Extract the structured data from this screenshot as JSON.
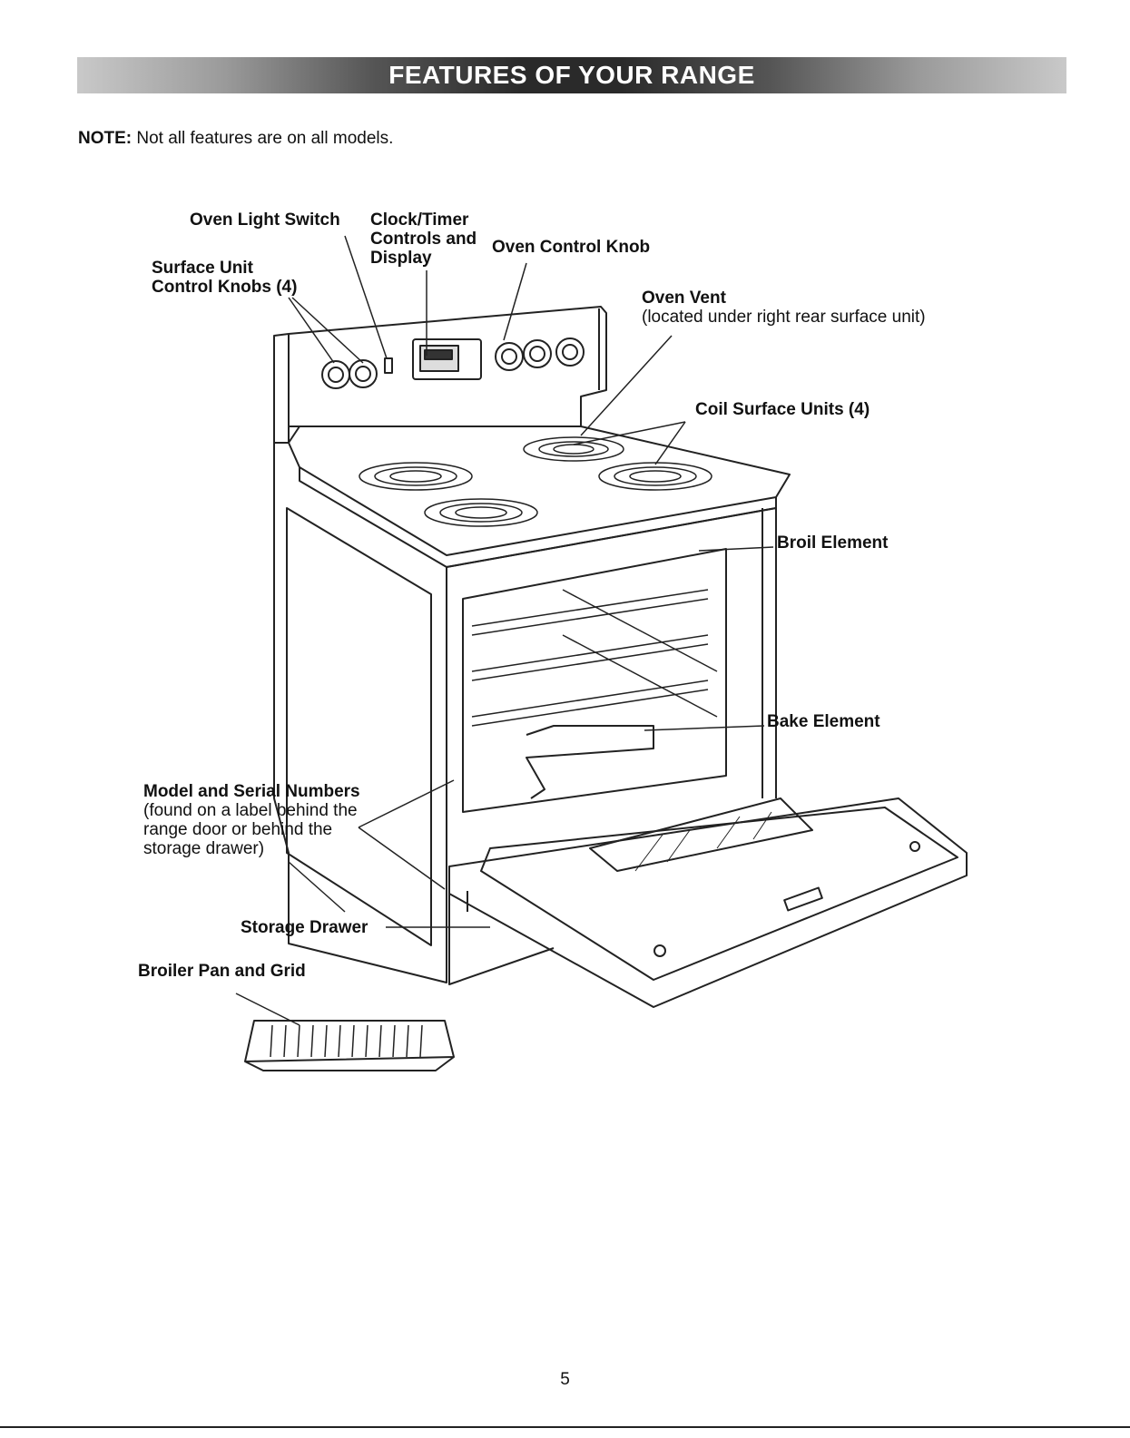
{
  "header": {
    "title": "FEATURES OF YOUR RANGE"
  },
  "note": {
    "label": "NOTE:",
    "text": "Not all features are on all models."
  },
  "labels": {
    "oven_light_switch": "Oven Light Switch",
    "clock_timer": {
      "l1": "Clock/Timer",
      "l2": "Controls and",
      "l3": "Display"
    },
    "oven_control_knob": "Oven Control Knob",
    "surface_unit": {
      "l1": "Surface Unit",
      "l2": "Control Knobs (4)"
    },
    "oven_vent": {
      "title": "Oven Vent",
      "sub": "(located under right rear surface unit)"
    },
    "coil_surface_units": "Coil Surface Units (4)",
    "broil_element": "Broil Element",
    "bake_element": "Bake Element",
    "model_serial": {
      "title": "Model and Serial Numbers",
      "l1": "(found on a label behind the",
      "l2": "range door or behind the",
      "l3": "storage drawer)"
    },
    "storage_drawer": "Storage Drawer",
    "broiler_pan": "Broiler Pan and Grid"
  },
  "page_number": "5"
}
